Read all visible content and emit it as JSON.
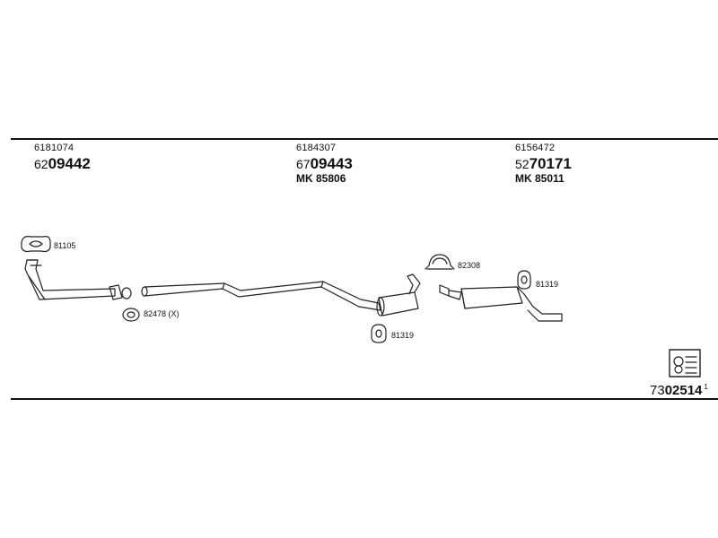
{
  "assemblies": [
    {
      "ref": "6181074",
      "code_prefix": "62",
      "code_main": "09442",
      "mk": ""
    },
    {
      "ref": "6184307",
      "code_prefix": "67",
      "code_main": "09443",
      "mk": "MK  85806"
    },
    {
      "ref": "6156472",
      "code_prefix": "52",
      "code_main": "70171",
      "mk": "MK  85011"
    }
  ],
  "callouts": {
    "gasket": "81105",
    "ring": "82478 (X)",
    "clamp": "82308",
    "hanger_mid": "81319",
    "hanger_rear": "81319"
  },
  "footer": {
    "prefix": "73",
    "main": "02514",
    "suffix": "1"
  }
}
